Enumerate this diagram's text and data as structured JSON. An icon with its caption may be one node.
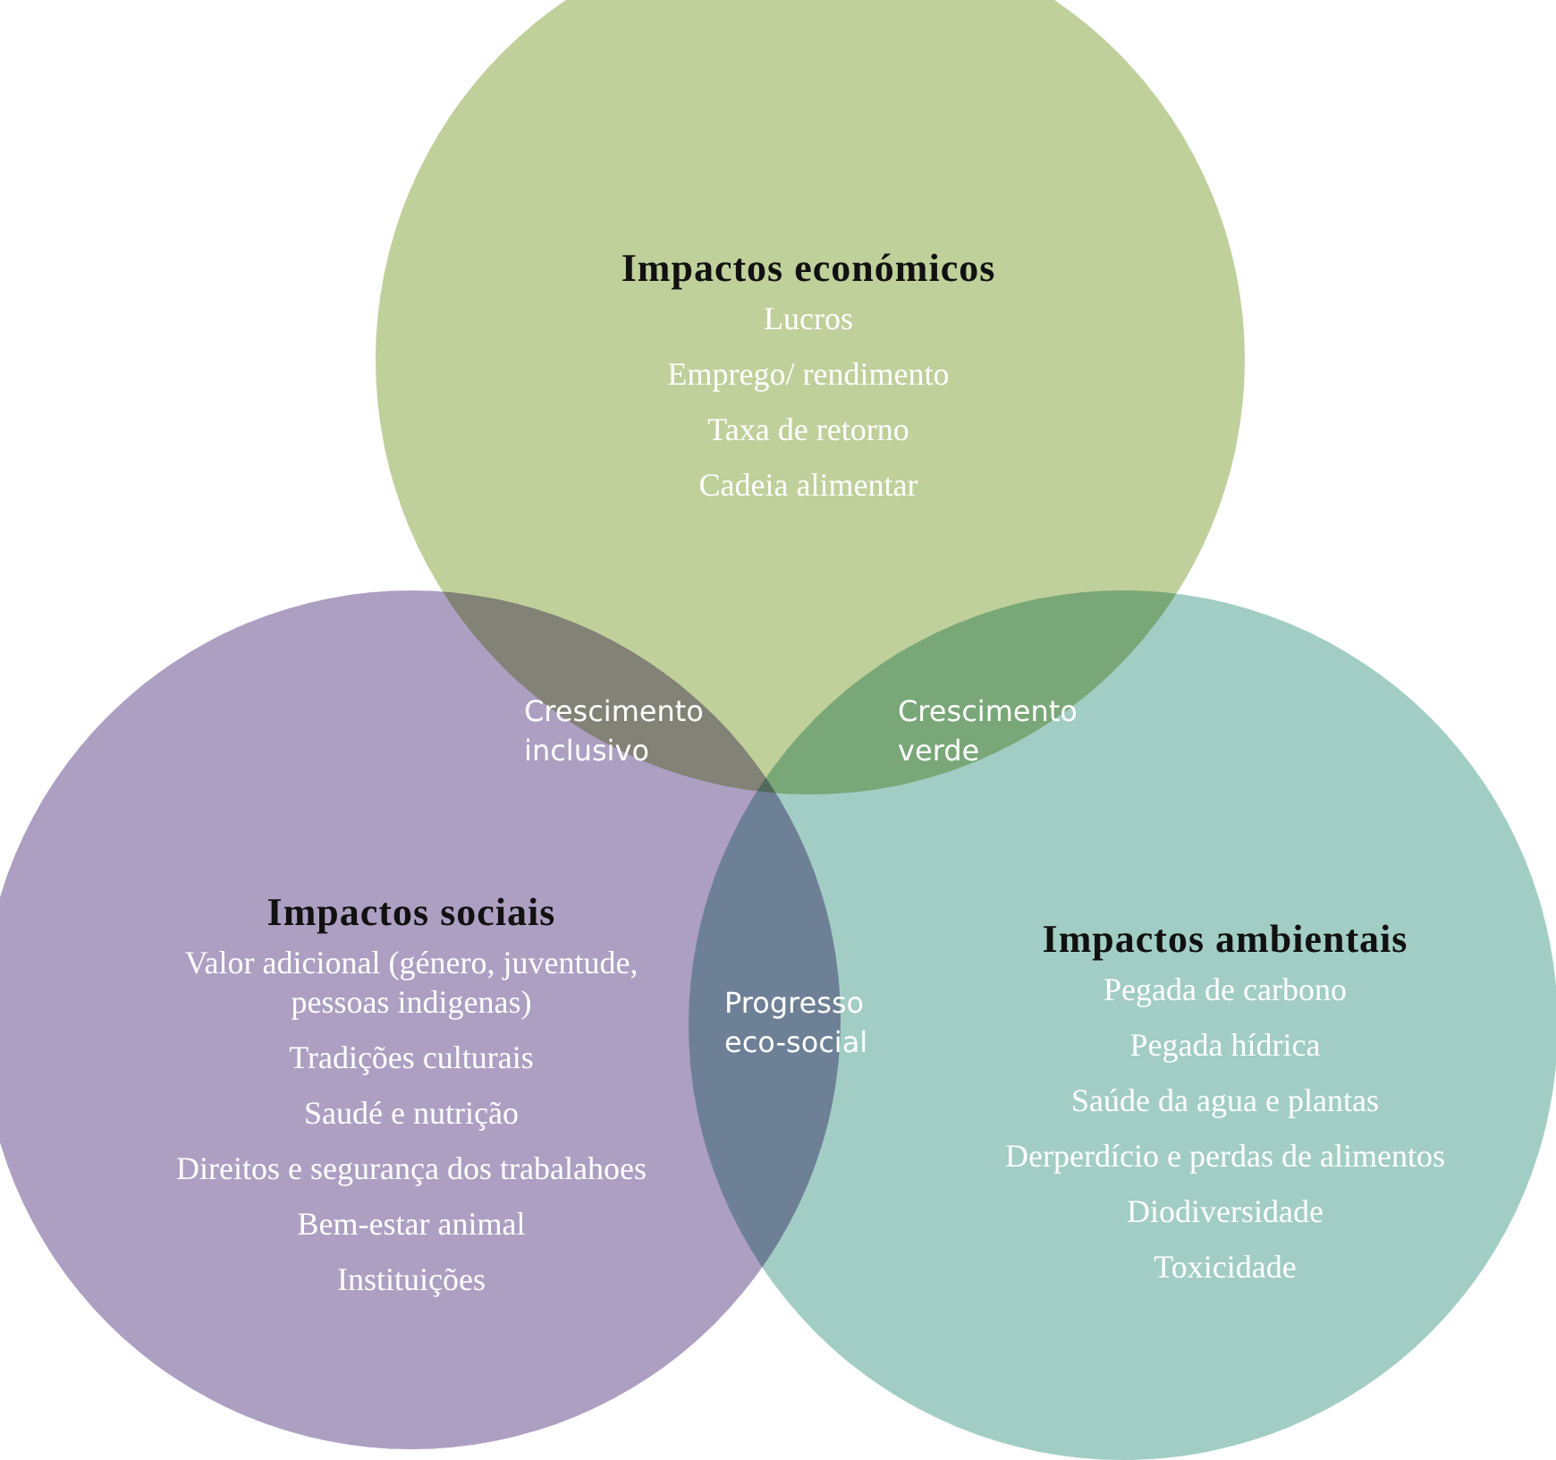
{
  "diagram": {
    "nodes": [
      {
        "text": [
          "Impactos económicos",
          "Lucros",
          "Emprego/ rendimento",
          "Taxa de retorno",
          "Cadeia alimentar"
        ]
      },
      {
        "text": [
          "Impactos sociais",
          "Valor adicional (género, juventude, pessoas indigenas)",
          "Tradições culturais",
          "Saudé e nutrição",
          "Direitos e segurança dos trabalahoes",
          "Bem-estar animal",
          "Instituições"
        ]
      },
      {
        "text": [
          "Impactos ambientais",
          "Pegada de carbono",
          "Pegada hídrica",
          "Saúde da agua e plantas",
          "Derperdício e perdas de alimentos",
          "Diodiversidade",
          "Toxicidade"
        ]
      }
    ],
    "labels": [
      "Crescimento inclusivo",
      "Crescimento verde",
      "Progresso eco-social"
    ]
  }
}
